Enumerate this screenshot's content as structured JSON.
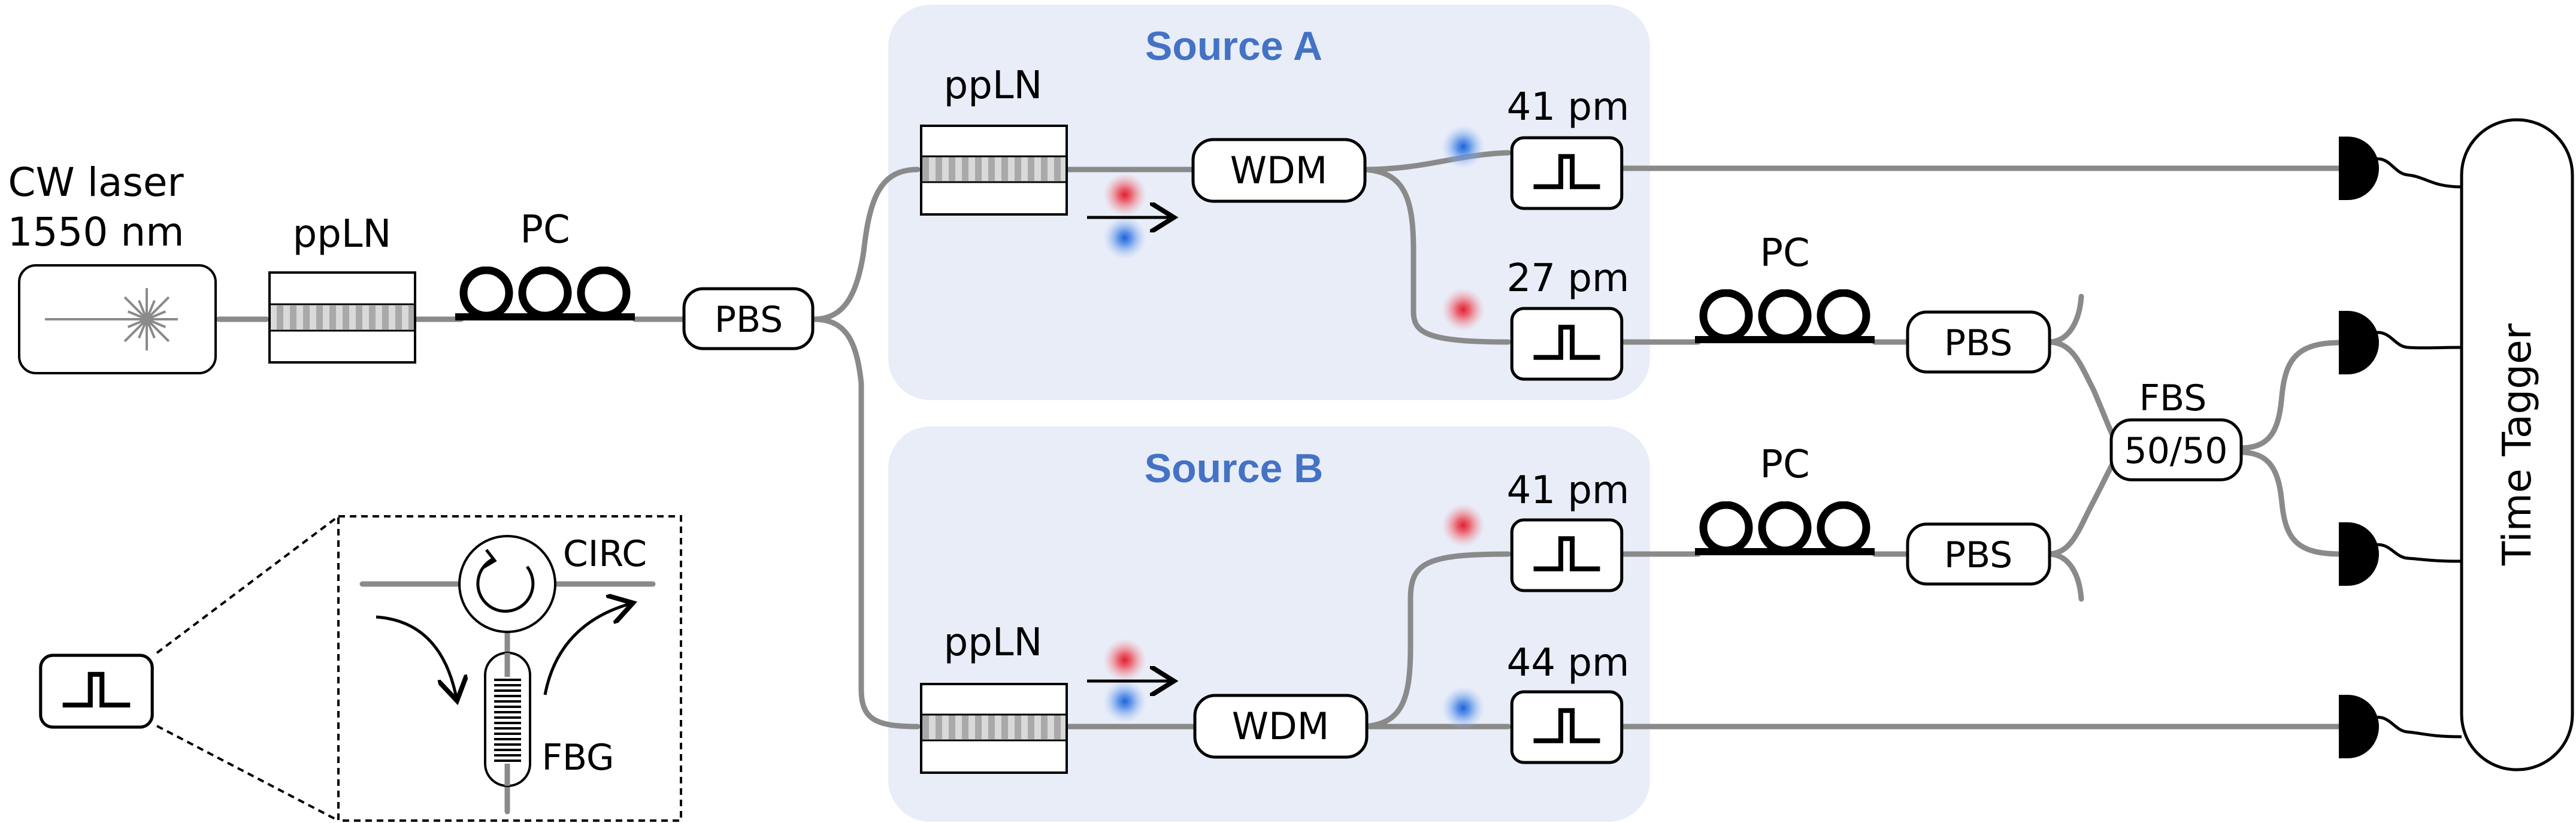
{
  "colors": {
    "fiber": "#8a8a8a",
    "source_bg": "#e8edf8",
    "source_title": "#4472c4",
    "red_photon": "#e53b4a",
    "blue_photon": "#3d7de0",
    "ink": "#000000"
  },
  "laser": {
    "line1": "CW laser",
    "line2": "1550 nm"
  },
  "pump_ppln": {
    "label": "ppLN"
  },
  "pump_pc": {
    "label": "PC"
  },
  "pump_pbs": {
    "label": "PBS"
  },
  "source_a": {
    "title": "Source A",
    "ppln_label": "ppLN",
    "wdm_label": "WDM",
    "filter_top": "41 pm",
    "filter_bottom": "27 pm",
    "pc_label": "PC",
    "pbs_label": "PBS"
  },
  "source_b": {
    "title": "Source B",
    "ppln_label": "ppLN",
    "wdm_label": "WDM",
    "filter_top": "41 pm",
    "filter_bottom": "44 pm",
    "pc_label": "PC",
    "pbs_label": "PBS"
  },
  "fbs": {
    "label": "FBS",
    "ratio": "50/50"
  },
  "tagger": {
    "label": "Time Tagger"
  },
  "inset": {
    "circ_label": "CIRC",
    "fbg_label": "FBG"
  }
}
